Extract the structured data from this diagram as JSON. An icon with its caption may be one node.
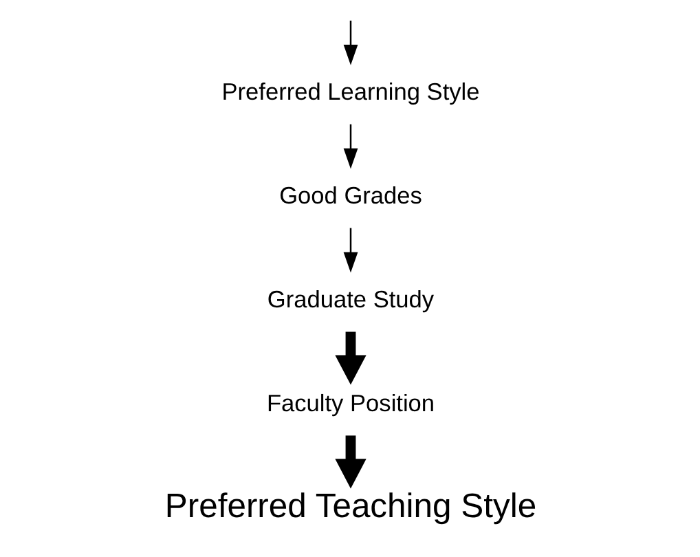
{
  "diagram": {
    "nodes": [
      {
        "text": [
          "Faculty Position"
        ]
      },
      {
        "text": [
          "Graduate Study"
        ]
      },
      {
        "text": [
          "Preferred Teaching Style"
        ]
      },
      {
        "text": [
          "Good Grades"
        ]
      },
      {
        "text": [
          "Preferred Learning Style"
        ]
      }
    ],
    "edges": [
      {
        "from": 1,
        "to": 0,
        "arrow": "to",
        "style": "thick"
      },
      {
        "from": 0,
        "to": 2,
        "arrow": "to",
        "style": "thick"
      },
      {
        "from": null,
        "to": 4,
        "arrow": "to"
      },
      {
        "from": 4,
        "to": 3,
        "arrow": "to"
      },
      {
        "from": 3,
        "to": 1,
        "arrow": "to"
      }
    ]
  }
}
